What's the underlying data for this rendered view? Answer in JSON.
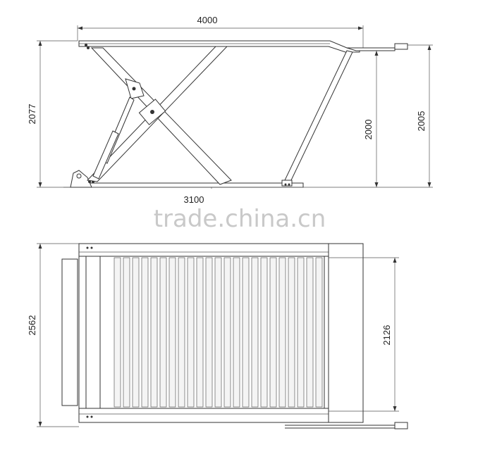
{
  "dimensions": {
    "top_width": "4000",
    "left_height": "2077",
    "inner_height": "2000",
    "right_height": "2005",
    "base_length": "3100",
    "plan_width": "2562",
    "plan_inner_width": "2126"
  },
  "watermark": "trade.china.cn",
  "colors": {
    "line": "#333333",
    "background": "#ffffff",
    "watermark": "#c9c9c9"
  }
}
